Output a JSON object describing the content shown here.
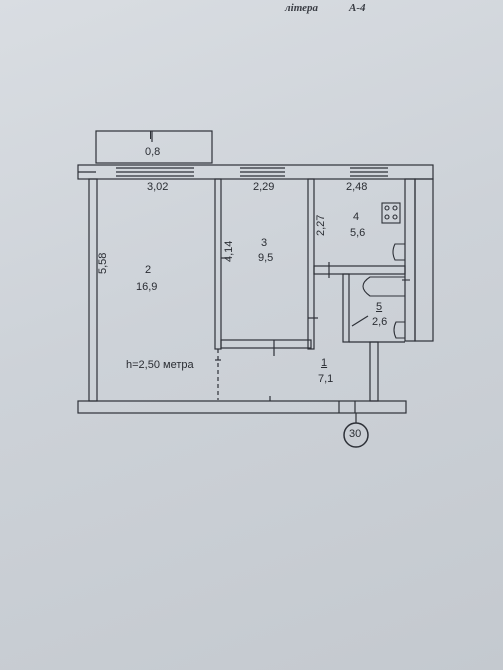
{
  "header": {
    "letter_label": "літера",
    "letter_value": "А-4"
  },
  "rooms": [
    {
      "number": "I",
      "area": "0,8"
    },
    {
      "number": "2",
      "area": "16,9"
    },
    {
      "number": "3",
      "area": "9,5"
    },
    {
      "number": "4",
      "area": "5,6"
    },
    {
      "number": "5",
      "area": "2,6"
    },
    {
      "number": "1",
      "area": "7,1"
    }
  ],
  "dimensions": {
    "room2_width": "3,02",
    "room3_width": "2,29",
    "room4_width": "2,48",
    "room2_length": "5,58",
    "room3_length": "4,14",
    "room4_length": "2,27"
  },
  "ceiling_height": "h=2,50 метра",
  "apartment_number": "30"
}
